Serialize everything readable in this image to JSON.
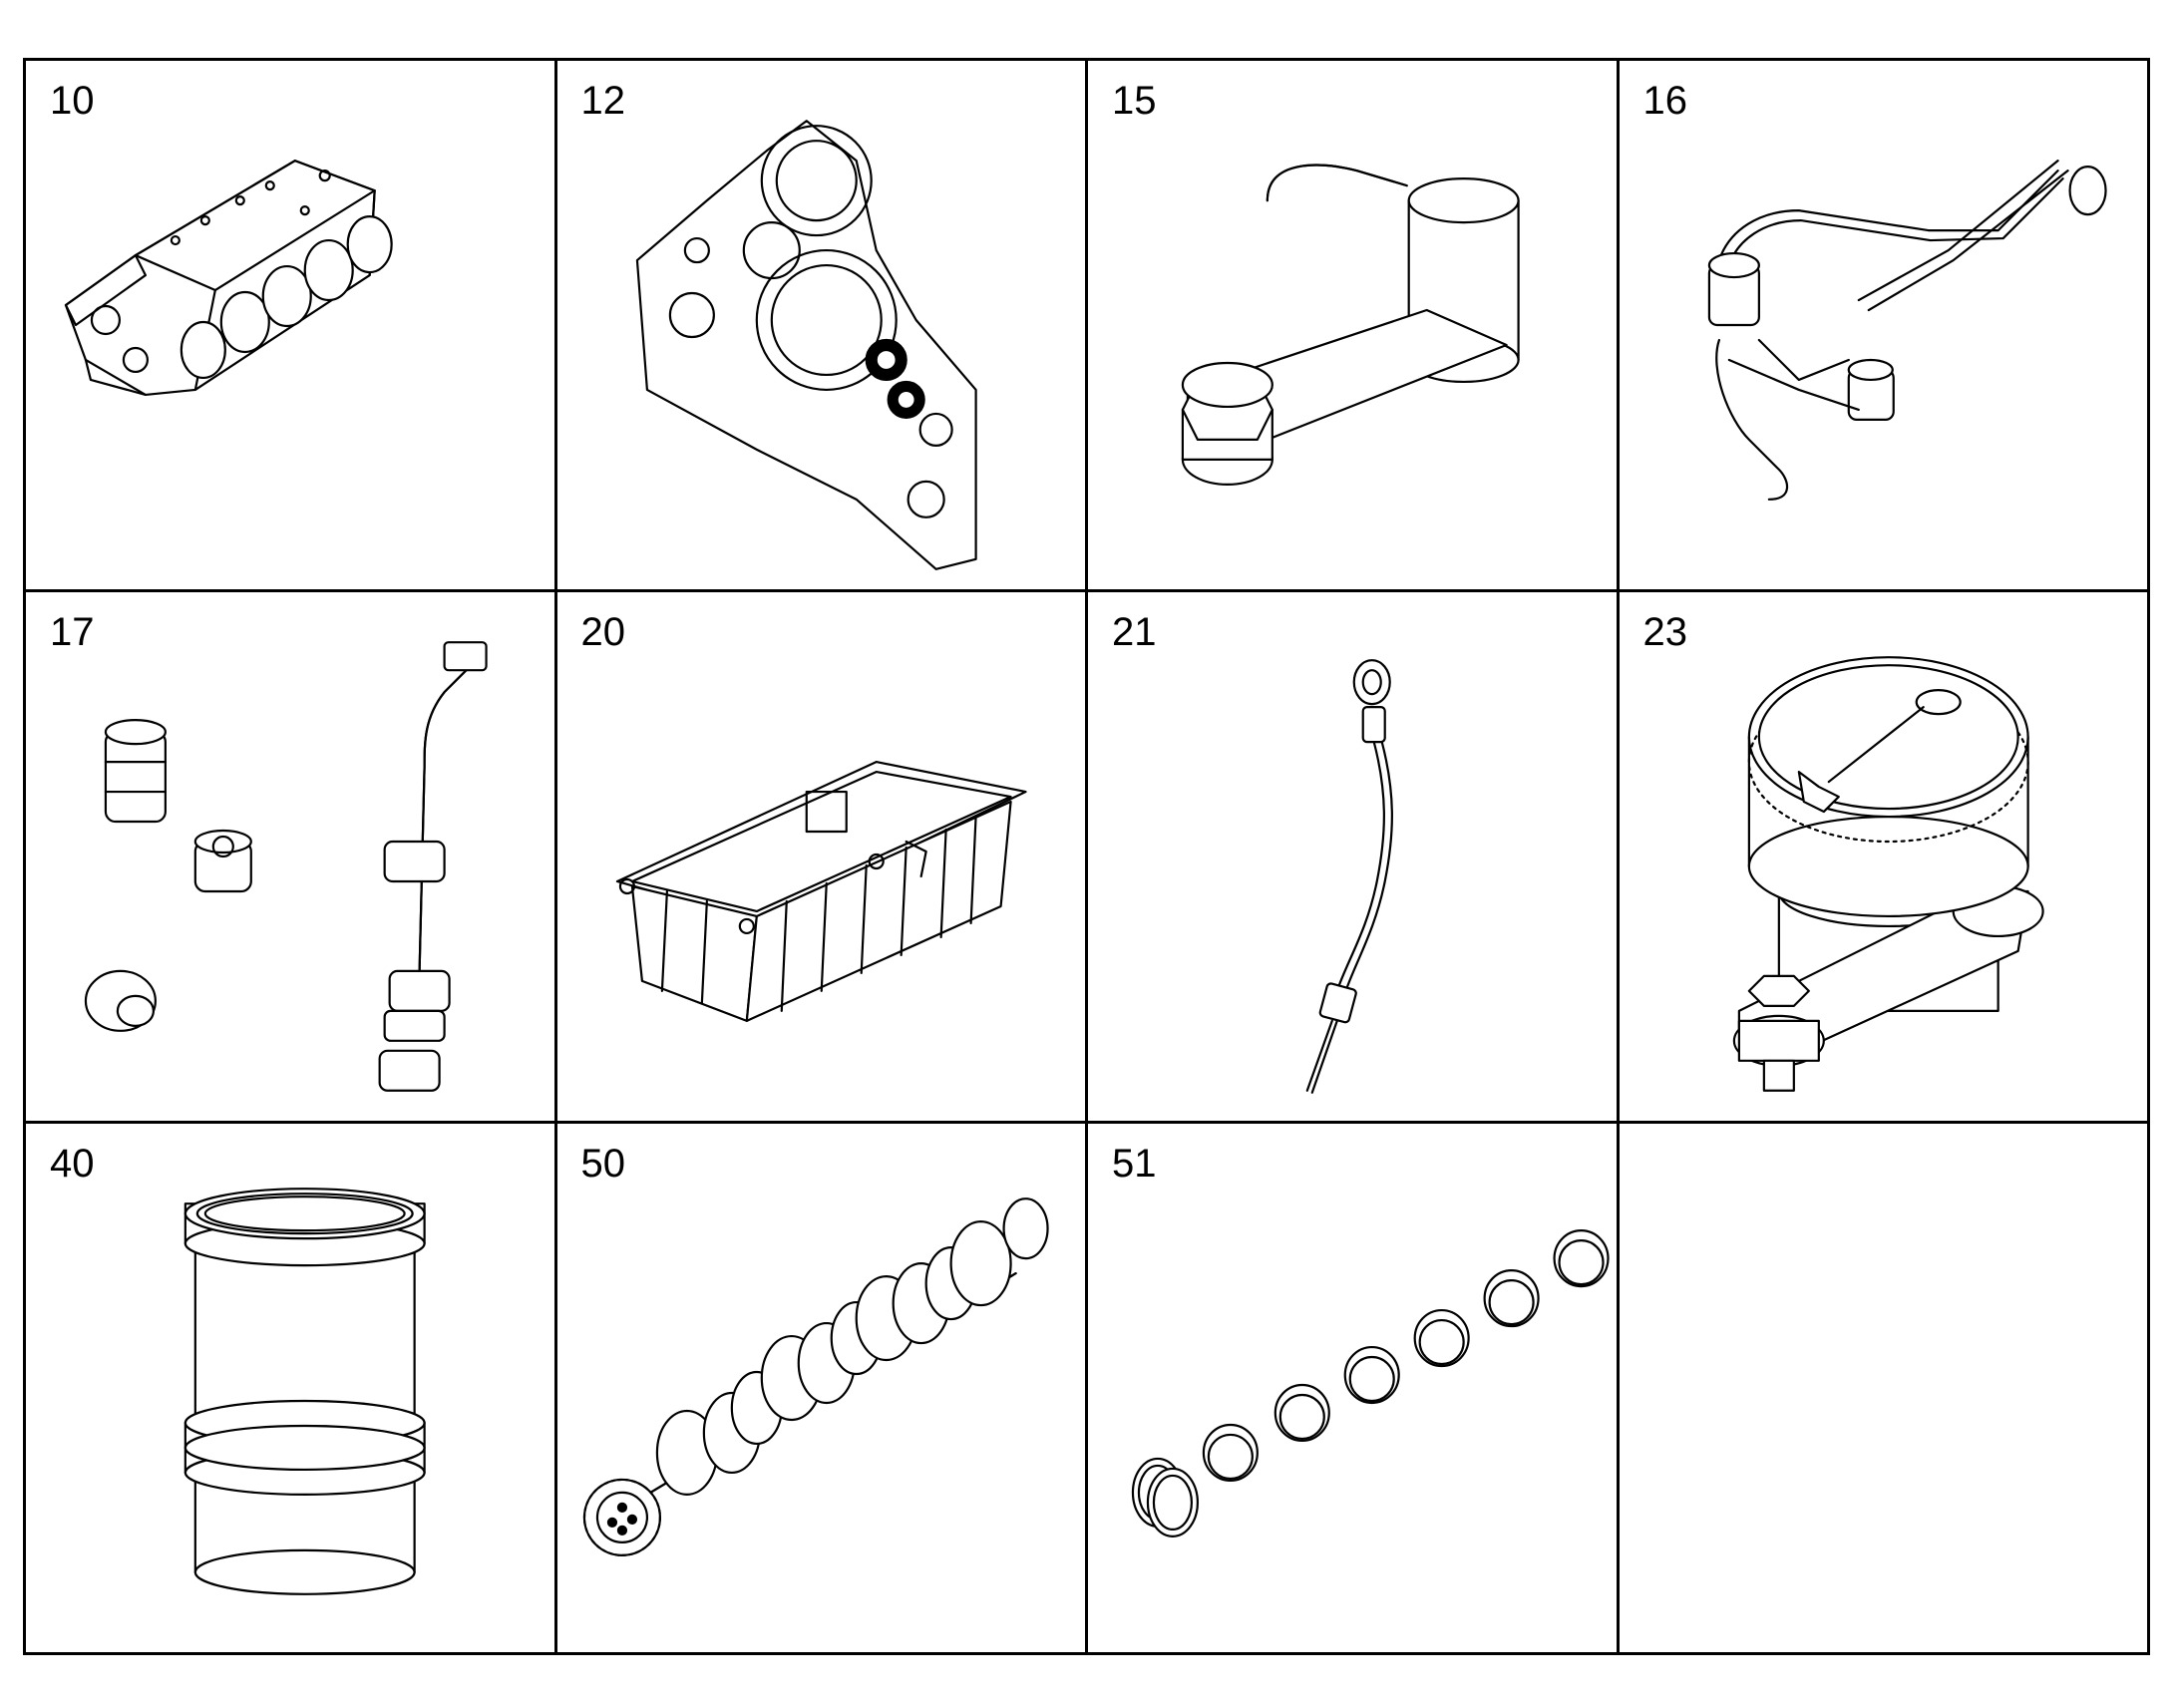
{
  "parts": [
    {
      "number": "10",
      "icon": "engine-block-icon"
    },
    {
      "number": "12",
      "icon": "timing-gear-housing-icon"
    },
    {
      "number": "15",
      "icon": "oil-pipe-bracket-icon"
    },
    {
      "number": "16",
      "icon": "oil-cooler-pipe-assembly-icon"
    },
    {
      "number": "17",
      "icon": "plugs-and-pipe-icon"
    },
    {
      "number": "20",
      "icon": "oil-sump-icon"
    },
    {
      "number": "21",
      "icon": "dipstick-icon"
    },
    {
      "number": "23",
      "icon": "oil-filler-cap-icon"
    },
    {
      "number": "40",
      "icon": "cylinder-liner-icon"
    },
    {
      "number": "50",
      "icon": "crankshaft-icon"
    },
    {
      "number": "51",
      "icon": "main-bearing-shells-icon"
    },
    {
      "number": "",
      "icon": ""
    }
  ]
}
